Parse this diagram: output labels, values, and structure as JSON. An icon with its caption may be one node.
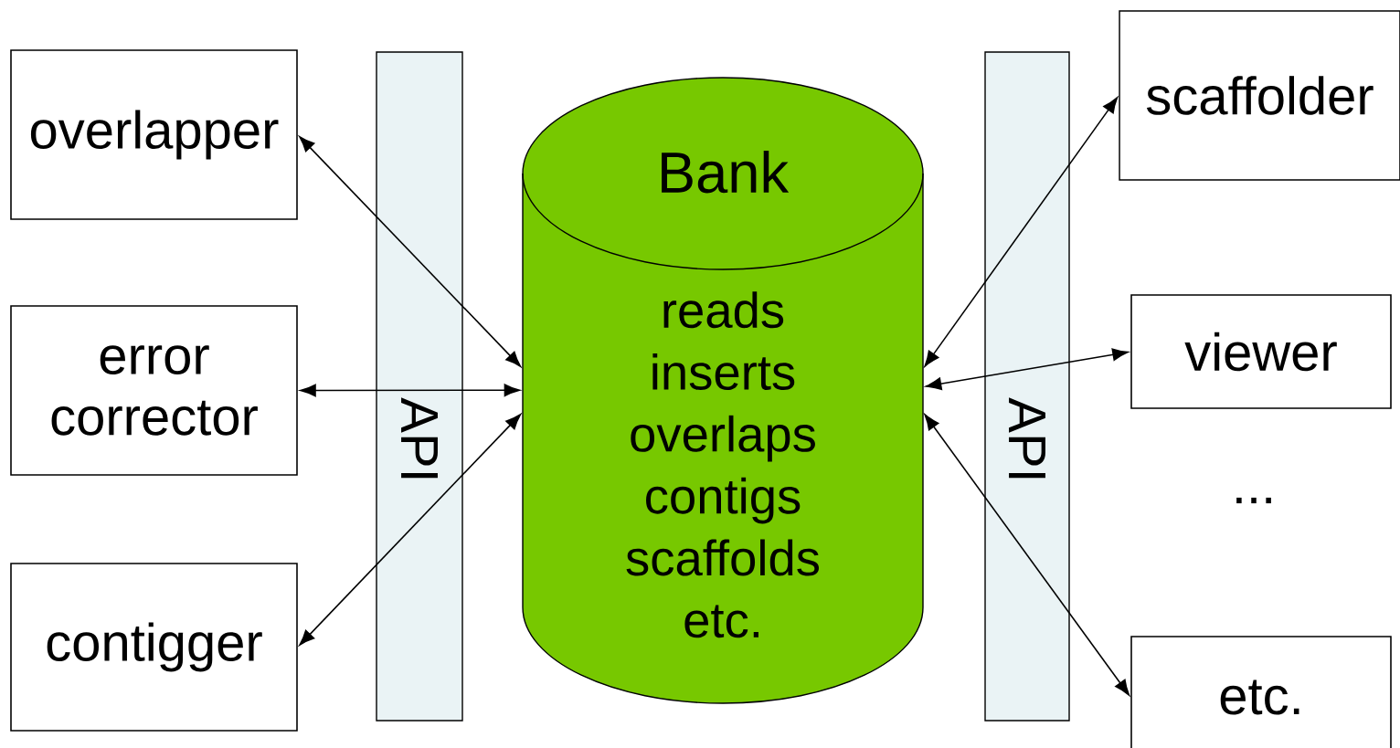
{
  "diagram": {
    "nodes": [
      {
        "text": [
          "overlapper"
        ]
      },
      {
        "text": [
          "error corrector"
        ]
      },
      {
        "text": [
          "contigger"
        ]
      },
      {
        "text": [
          "API"
        ]
      },
      {
        "text": [
          "Bank",
          "reads inserts overlaps contigs scaffolds etc."
        ]
      },
      {
        "text": [
          "API"
        ]
      },
      {
        "text": [
          "scaffolder"
        ]
      },
      {
        "text": [
          "viewer"
        ]
      },
      {
        "text": [
          "etc."
        ]
      }
    ],
    "edges": [
      {
        "from": 4,
        "to": 0,
        "arrow": "both"
      },
      {
        "from": 4,
        "to": 1,
        "arrow": "both"
      },
      {
        "from": 4,
        "to": 2,
        "arrow": "both"
      },
      {
        "from": 4,
        "to": 6,
        "arrow": "both"
      },
      {
        "from": 4,
        "to": 7,
        "arrow": "both"
      },
      {
        "from": 4,
        "to": 8,
        "arrow": "both"
      }
    ],
    "labels": [
      "..."
    ]
  }
}
